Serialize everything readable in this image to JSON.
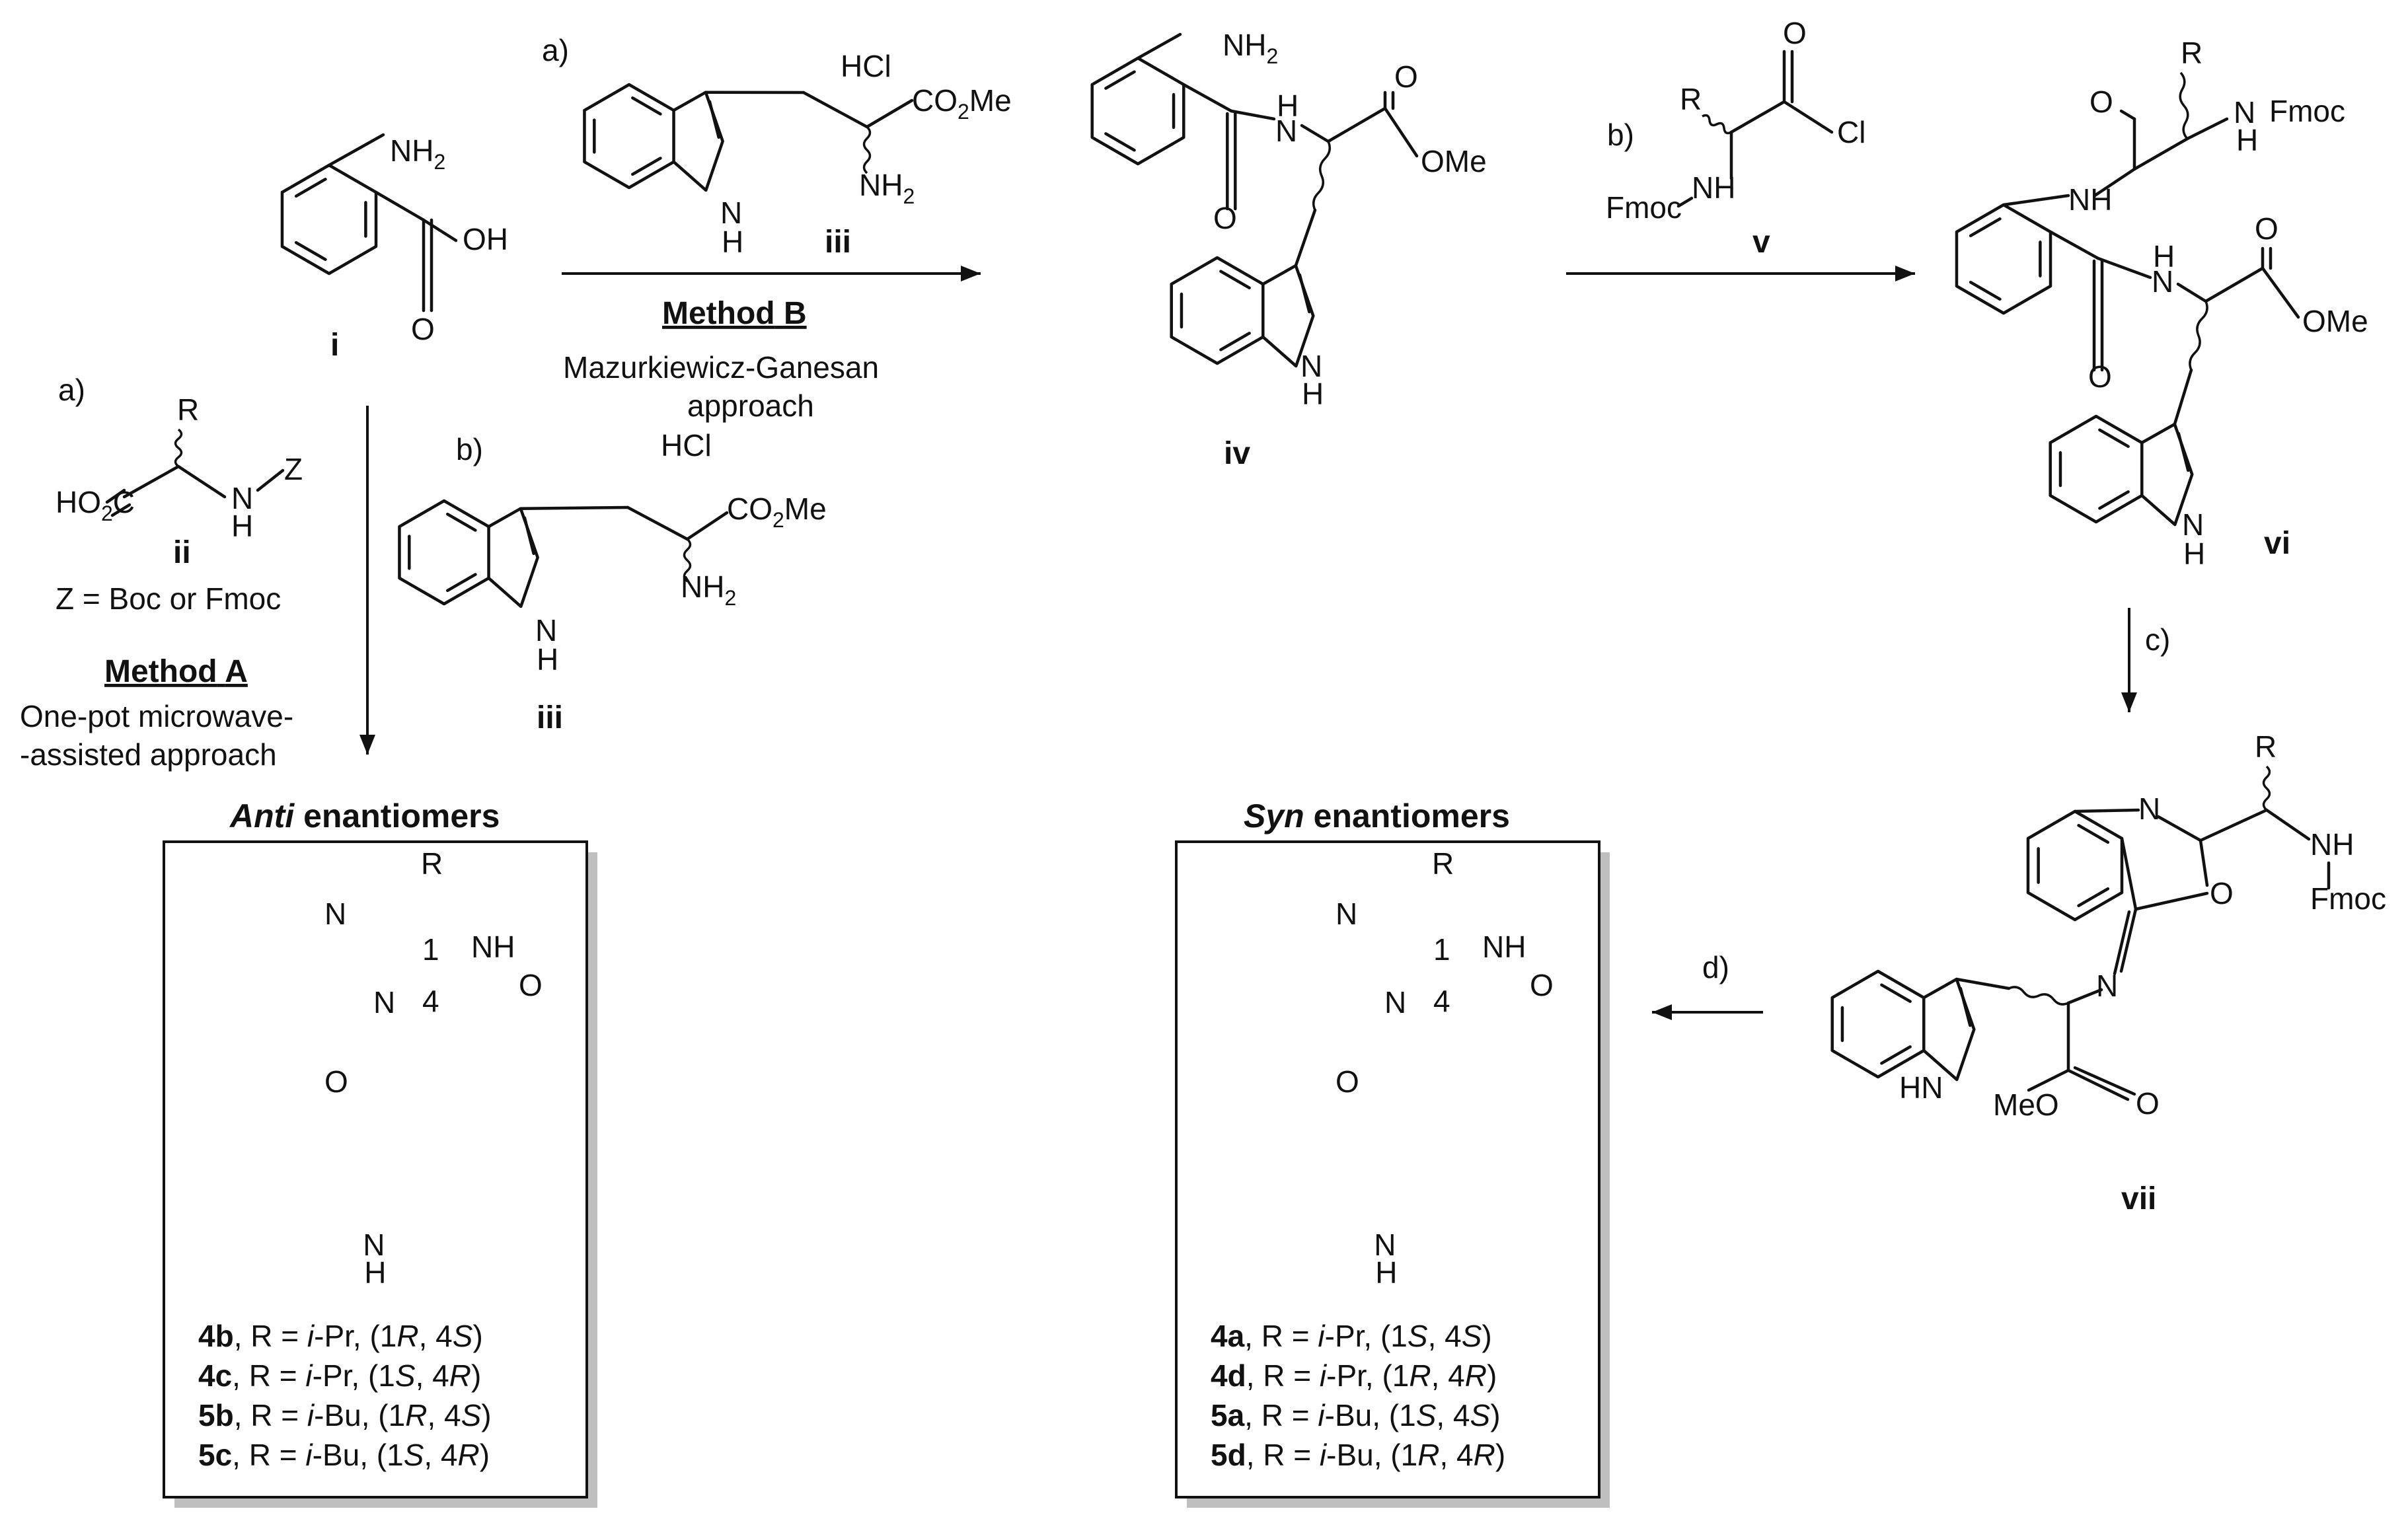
{
  "compounds": {
    "i": {
      "code": "i",
      "nh2": "NH",
      "oh": "OH",
      "o": "O"
    },
    "ii": {
      "code": "ii",
      "ho2c": "HO",
      "c": "C",
      "r": "R",
      "n": "N",
      "h": "H",
      "z": "Z",
      "note": "Z = Boc or Fmoc"
    },
    "iii": {
      "code": "iii",
      "hcl": "HCl",
      "co2me": "CO",
      "me": "Me",
      "nh2": "NH",
      "nh": "N",
      "h": "H"
    },
    "iv": {
      "code": "iv",
      "nh2": "NH",
      "n": "N",
      "h": "H",
      "o": "O",
      "ome": "OMe"
    },
    "v": {
      "code": "v",
      "r": "R",
      "cl": "Cl",
      "o": "O",
      "fmoc": "Fmoc",
      "nh": "NH"
    },
    "vi": {
      "code": "vi",
      "r": "R",
      "nh": "NH",
      "fmoc": "Fmoc",
      "n": "N",
      "h": "H",
      "o": "O",
      "ome": "OMe"
    },
    "vii": {
      "code": "vii",
      "r": "R",
      "n": "N",
      "o": "O",
      "nh": "NH",
      "fmoc": "Fmoc",
      "hn": "HN",
      "meo": "MeO"
    }
  },
  "methodA": {
    "step_a": "a)",
    "title": "Method",
    "letter": "A",
    "line1": "One-pot microwave-",
    "line2": "-assisted approach"
  },
  "methodB": {
    "step_a": "a)",
    "step_b": "b)",
    "title": "Method",
    "letter": "B",
    "line1": "Mazurkiewicz-Ganesan",
    "line2": "approach"
  },
  "steps": {
    "b": "b)",
    "c": "c)",
    "d": "d)"
  },
  "product": {
    "r": "R",
    "n": "N",
    "nh": "NH",
    "o": "O",
    "h": "H",
    "pos1": "1",
    "pos4": "4"
  },
  "anti": {
    "title_italic": "Anti",
    "title_rest": " enantiomers",
    "entries": [
      {
        "code": "4b",
        "r": "i",
        "sub": "-Pr",
        "c1": "R",
        "c4": "S"
      },
      {
        "code": "4c",
        "r": "i",
        "sub": "-Pr",
        "c1": "S",
        "c4": "R"
      },
      {
        "code": "5b",
        "r": "i",
        "sub": "-Bu",
        "c1": "R",
        "c4": "S"
      },
      {
        "code": "5c",
        "r": "i",
        "sub": "-Bu",
        "c1": "S",
        "c4": "R"
      }
    ]
  },
  "syn": {
    "title_italic": "Syn",
    "title_rest": " enantiomers",
    "entries": [
      {
        "code": "4a",
        "r": "i",
        "sub": "-Pr",
        "c1": "S",
        "c4": "S"
      },
      {
        "code": "4d",
        "r": "i",
        "sub": "-Pr",
        "c1": "R",
        "c4": "R"
      },
      {
        "code": "5a",
        "r": "i",
        "sub": "-Bu",
        "c1": "S",
        "c4": "S"
      },
      {
        "code": "5d",
        "r": "i",
        "sub": "-Bu",
        "c1": "R",
        "c4": "R"
      }
    ]
  },
  "common": {
    "eq": ", R = ",
    "open": ", (1",
    "mid": ", 4",
    "close": ")",
    "two": "2"
  }
}
